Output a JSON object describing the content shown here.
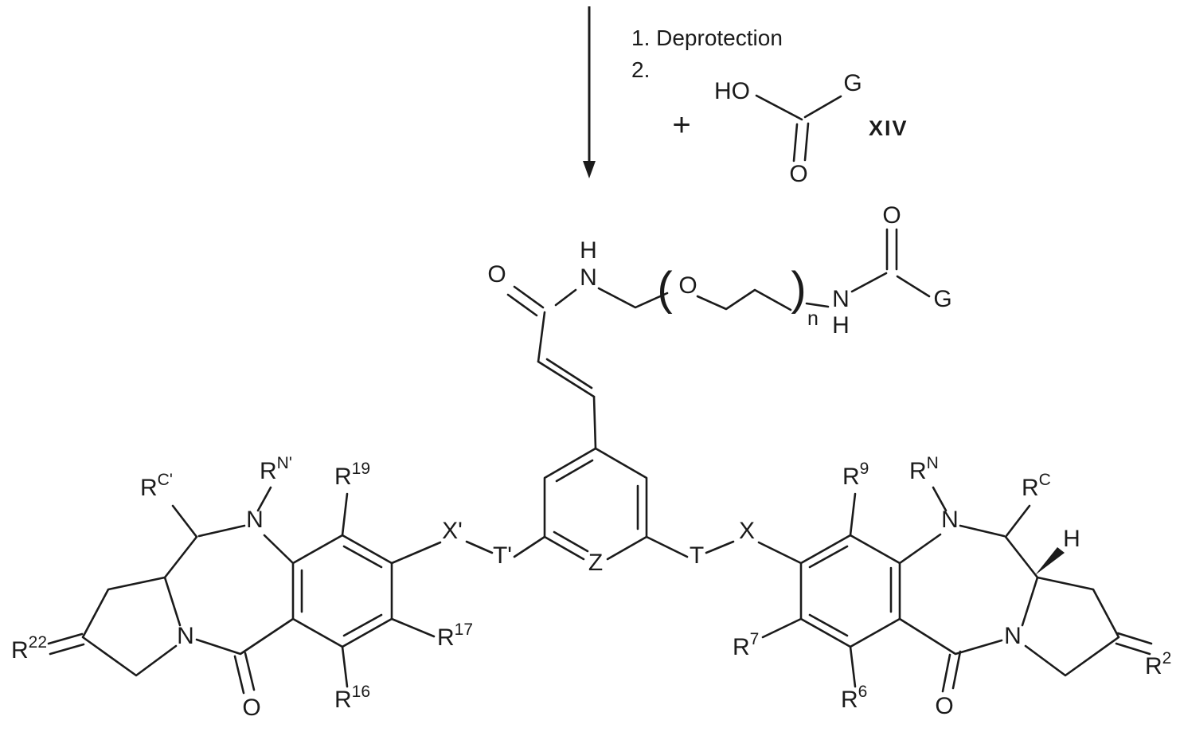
{
  "colors": {
    "ink": "#1b1b1b",
    "background": "#ffffff"
  },
  "reaction": {
    "step1": "1. Deprotection",
    "step2": "2.",
    "plus": "+",
    "compound_label": "XIV",
    "reagent": {
      "hydroxyl": "HO",
      "carbonyl_o": "O",
      "g_group": "G"
    }
  },
  "linker": {
    "amide_o": "O",
    "amide_h": "H",
    "amide_n": "N",
    "paren_open": "(",
    "peg_o": "O",
    "paren_close": ")",
    "repeat_n": "n",
    "carbamate_n": "N",
    "carbamate_h": "H",
    "carbonyl_o": "O",
    "g_group": "G"
  },
  "core": {
    "z": "Z",
    "t_prime": "T'",
    "x_prime": "X'",
    "t": "T",
    "x": "X"
  },
  "left_pbd": {
    "r_c": {
      "base": "R",
      "sup": "C'"
    },
    "r_n": {
      "base": "R",
      "sup": "N'"
    },
    "r19": {
      "base": "R",
      "sup": "19"
    },
    "r17": {
      "base": "R",
      "sup": "17"
    },
    "r16": {
      "base": "R",
      "sup": "16"
    },
    "r22": {
      "base": "R",
      "sup": "22"
    },
    "n10": "N",
    "n4": "N",
    "carbonyl_o": "O"
  },
  "right_pbd": {
    "r9": {
      "base": "R",
      "sup": "9"
    },
    "r_n": {
      "base": "R",
      "sup": "N"
    },
    "r_c": {
      "base": "R",
      "sup": "C"
    },
    "stereo_h": "H",
    "r7": {
      "base": "R",
      "sup": "7"
    },
    "r6": {
      "base": "R",
      "sup": "6"
    },
    "r2": {
      "base": "R",
      "sup": "2"
    },
    "n10": "N",
    "n4": "N",
    "carbonyl_o": "O"
  }
}
